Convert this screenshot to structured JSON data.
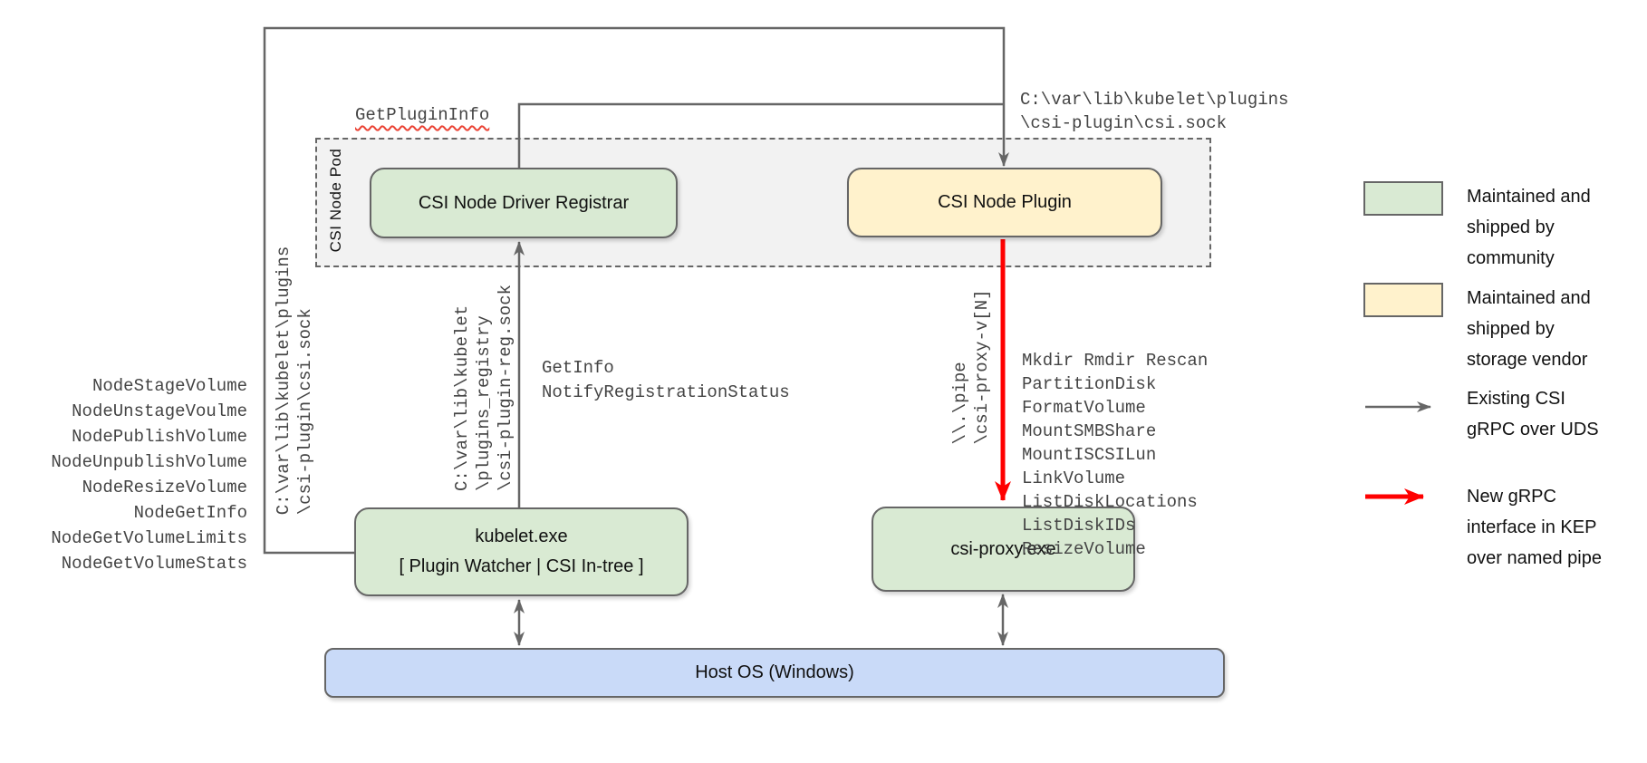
{
  "colors": {
    "community_green": "#d9ead3",
    "vendor_yellow": "#fff2cc",
    "host_blue": "#c9daf8",
    "pod_gray": "#f2f2f2",
    "line_gray": "#666666",
    "arrow_red": "#ff0000",
    "squiggle_red": "#ea4335"
  },
  "pod": {
    "label": "CSI Node Pod"
  },
  "boxes": {
    "registrar": "CSI Node Driver Registrar",
    "plugin": "CSI Node Plugin",
    "kubelet_line1": "kubelet.exe",
    "kubelet_line2": "[ Plugin Watcher | CSI In-tree ]",
    "csi_proxy": "csi-proxy.exe",
    "host_os": "Host OS (Windows)"
  },
  "labels": {
    "get_plugin_info": "GetPluginInfo",
    "plugin_socket_path": "C:\\var\\lib\\kubelet\\plugins\n\\csi-plugin\\csi.sock",
    "kubelet_socket_path_rotated": "C:\\var\\lib\\kubelet\\plugins\n\\csi-plugin\\csi.sock",
    "registration_socket_path_rotated": "C:\\var\\lib\\kubelet\n\\plugins_registry\n\\csi-plugin-reg.sock",
    "named_pipe_rotated": "\\\\.\\pipe\n\\csi-proxy-v[N]",
    "registration_calls": "GetInfo\nNotifyRegistrationStatus"
  },
  "node_rpc_list": [
    "NodeStageVolume",
    "NodeUnstageVoulme",
    "NodePublishVolume",
    "NodeUnpublishVolume",
    "NodeResizeVolume",
    "NodeGetInfo",
    "NodeGetVolumeLimits",
    "NodeGetVolumeStats"
  ],
  "proxy_api_list": [
    "Mkdir Rmdir Rescan",
    "PartitionDisk",
    "FormatVolume",
    "MountSMBShare",
    "MountISCSILun",
    "LinkVolume",
    "ListDiskLocations",
    "ListDiskIDs",
    "ResizeVolume"
  ],
  "legend": [
    {
      "icon": "green-box",
      "text": "Maintained and shipped by community"
    },
    {
      "icon": "yellow-box",
      "text": "Maintained and shipped by storage vendor"
    },
    {
      "icon": "gray-arrow",
      "text": "Existing CSI gRPC over UDS"
    },
    {
      "icon": "red-arrow",
      "text": "New gRPC interface in KEP over named pipe"
    }
  ]
}
